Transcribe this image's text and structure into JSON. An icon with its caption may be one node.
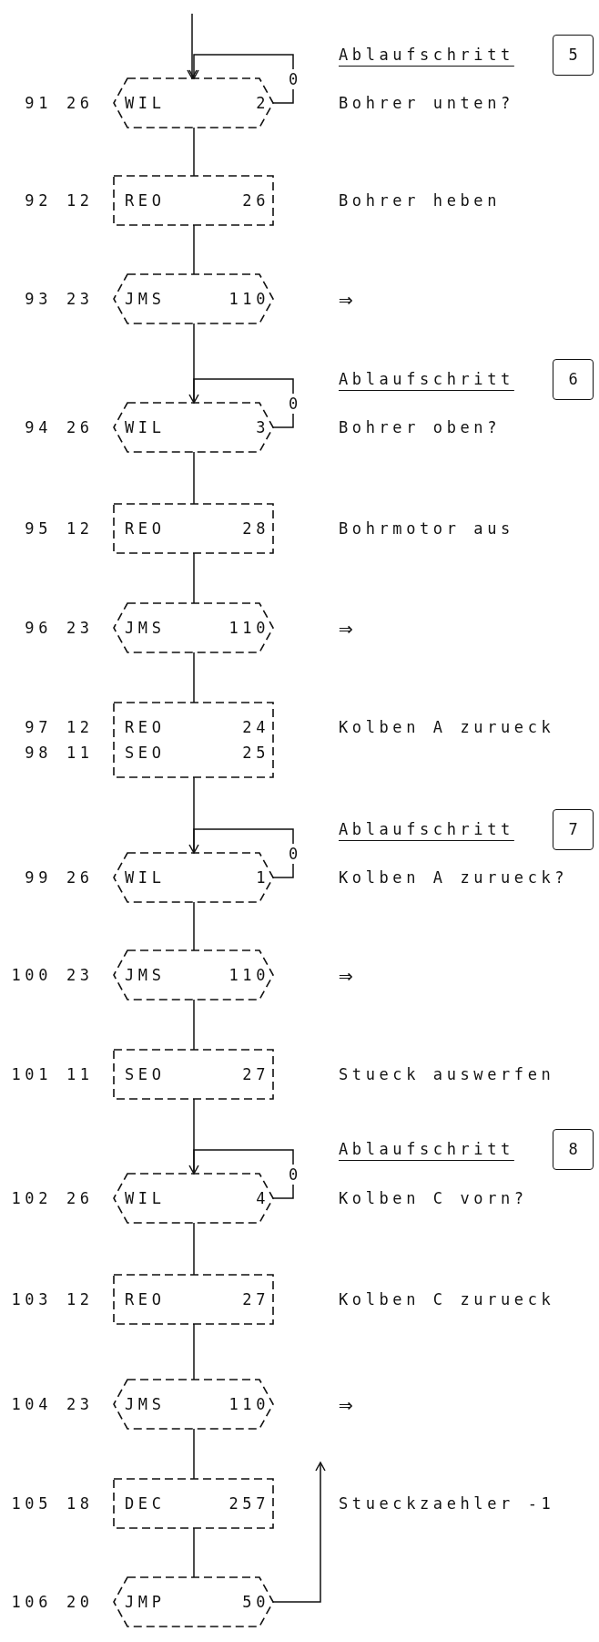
{
  "diagram": {
    "nodes": [
      {
        "text": [
          "5"
        ],
        "beside": [
          "Ablaufschritt"
        ]
      },
      {
        "text": [
          "WIL",
          "2"
        ],
        "beside": [
          "91",
          "26"
        ]
      },
      {
        "text": [
          "REO",
          "26"
        ],
        "beside": [
          "92",
          "12"
        ]
      },
      {
        "text": [
          "JMS",
          "110"
        ],
        "beside": [
          "93",
          "23"
        ]
      },
      {
        "text": [
          "6"
        ],
        "beside": [
          "Ablaufschritt"
        ]
      },
      {
        "text": [
          "WIL",
          "3"
        ],
        "beside": [
          "94",
          "26"
        ]
      },
      {
        "text": [
          "REO",
          "28"
        ],
        "beside": [
          "95",
          "12"
        ]
      },
      {
        "text": [
          "JMS",
          "110"
        ],
        "beside": [
          "96",
          "23"
        ]
      },
      {
        "text": [
          "REO",
          "24",
          "SEO",
          "25"
        ],
        "beside": [
          "97",
          "12",
          "98",
          "11"
        ]
      },
      {
        "text": [
          "7"
        ],
        "beside": [
          "Ablaufschritt"
        ]
      },
      {
        "text": [
          "WIL",
          "1"
        ],
        "beside": [
          "99",
          "26"
        ]
      },
      {
        "text": [
          "JMS",
          "110"
        ],
        "beside": [
          "100",
          "23"
        ]
      },
      {
        "text": [
          "SEO",
          "27"
        ],
        "beside": [
          "101",
          "11"
        ]
      },
      {
        "text": [
          "8"
        ],
        "beside": [
          "Ablaufschritt"
        ]
      },
      {
        "text": [
          "WIL",
          "4"
        ],
        "beside": [
          "102",
          "26"
        ]
      },
      {
        "text": [
          "REO",
          "27"
        ],
        "beside": [
          "103",
          "12"
        ]
      },
      {
        "text": [
          "JMS",
          "110"
        ],
        "beside": [
          "104",
          "23"
        ]
      },
      {
        "text": [
          "DEC",
          "257"
        ],
        "beside": [
          "105",
          "18"
        ]
      },
      {
        "text": [
          "JMP",
          "50"
        ],
        "beside": [
          "106",
          "20"
        ]
      }
    ],
    "edges": [
      {
        "from": null,
        "to": 1,
        "arrow": "to"
      },
      {
        "from": 1,
        "to": 1,
        "arrow": "to",
        "label": "0"
      },
      {
        "from": 1,
        "to": 2,
        "arrow": "none"
      },
      {
        "from": 2,
        "to": 3,
        "arrow": "none"
      },
      {
        "from": 3,
        "to": 5,
        "arrow": "none"
      },
      {
        "from": 5,
        "to": 5,
        "arrow": "to",
        "label": "0"
      },
      {
        "from": 5,
        "to": 6,
        "arrow": "none"
      },
      {
        "from": 6,
        "to": 7,
        "arrow": "none"
      },
      {
        "from": 7,
        "to": 8,
        "arrow": "none"
      },
      {
        "from": 8,
        "to": 10,
        "arrow": "none"
      },
      {
        "from": 10,
        "to": 10,
        "arrow": "to",
        "label": "0"
      },
      {
        "from": 10,
        "to": 11,
        "arrow": "none"
      },
      {
        "from": 11,
        "to": 12,
        "arrow": "none"
      },
      {
        "from": 12,
        "to": 14,
        "arrow": "none"
      },
      {
        "from": 14,
        "to": 14,
        "arrow": "to",
        "label": "0"
      },
      {
        "from": 14,
        "to": 15,
        "arrow": "none"
      },
      {
        "from": 15,
        "to": 16,
        "arrow": "none"
      },
      {
        "from": 16,
        "to": 17,
        "arrow": "none"
      },
      {
        "from": 17,
        "to": 18,
        "arrow": "none"
      },
      {
        "from": 18,
        "to": null,
        "arrow": "to"
      }
    ],
    "labels": [
      "Bohrer unten?",
      "Bohrer heben",
      "⇒",
      "Bohrer oben?",
      "Bohrmotor aus",
      "⇒",
      "Kolben A zurueck",
      "Kolben A zurueck?",
      "⇒",
      "Stueck auswerfen",
      "Kolben C vorn?",
      "Kolben C zurueck",
      "⇒",
      "Stueckzaehler -1"
    ]
  }
}
